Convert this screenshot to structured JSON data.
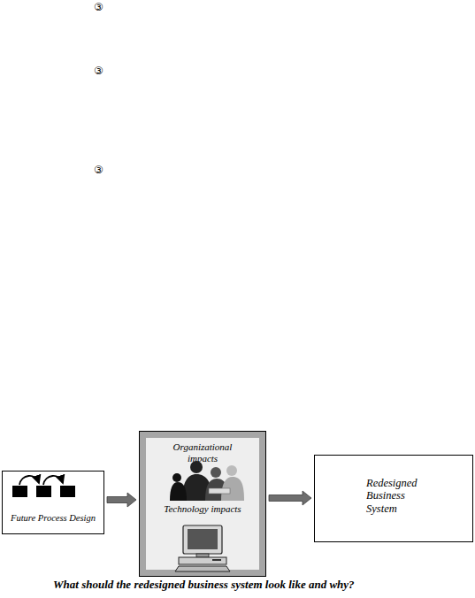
{
  "diagram": {
    "caption": "What should the redesigned business system look like and why?",
    "nodes": [
      {
        "text": [
          "Future Process Design"
        ]
      },
      {
        "text": [
          "Organizational impacts",
          "Technology impacts"
        ]
      },
      {
        "text": [
          "Redesigned Business System"
        ]
      }
    ],
    "edges": [
      {
        "from": 0,
        "to": 1,
        "arrow": "to"
      },
      {
        "from": 1,
        "to": 2,
        "arrow": "to"
      }
    ],
    "labels": [
      "③",
      "③",
      "③"
    ]
  }
}
